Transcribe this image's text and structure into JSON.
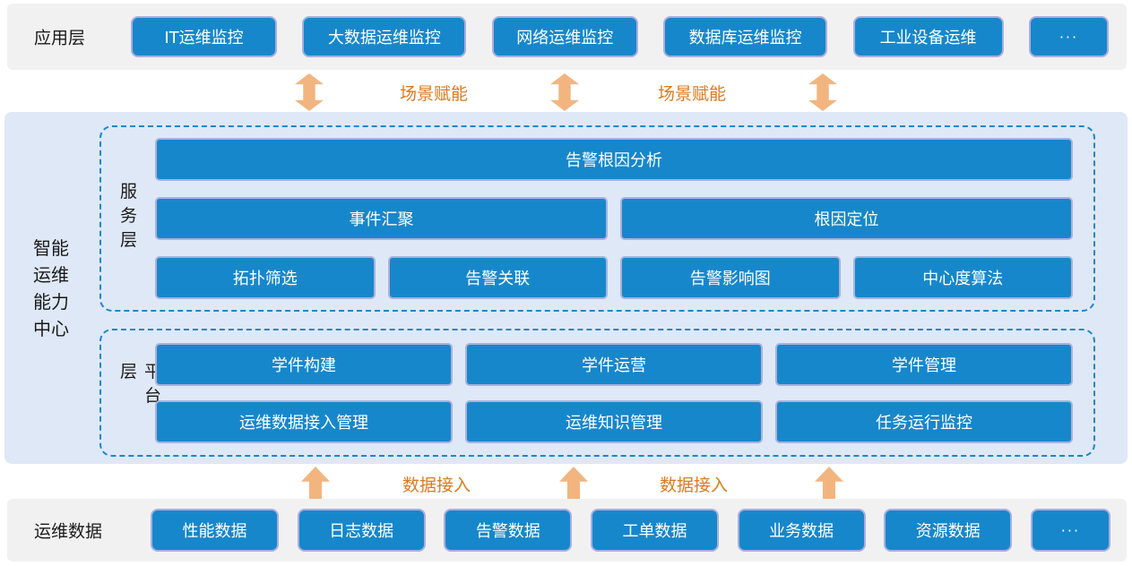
{
  "colors": {
    "box_blue": "#1787CB",
    "box_border_lavender": "#ABAEDD",
    "bar_gray": "#F1F1F2",
    "center_bg": "#DFE8F6",
    "dashed_border_blue": "#1787CB",
    "arrow_orange": "#F2B57F",
    "label_orange": "#DB7B21",
    "text_white": "#FFFFFF",
    "text_black": "#1A1A1A"
  },
  "app_layer": {
    "label": "应用层",
    "items": [
      "IT运维监控",
      "大数据运维监控",
      "网络运维监控",
      "数据库运维监控",
      "工业设备运维",
      "···"
    ]
  },
  "scene_band": {
    "labels": [
      "场景赋能",
      "场景赋能"
    ],
    "arrow_icon": "double-vertical-arrow"
  },
  "capability_center": {
    "title_lines": [
      "智能",
      "运维",
      "能力",
      "中心"
    ],
    "service_layer": {
      "label": "服务层",
      "row1": [
        "告警根因分析"
      ],
      "row2": [
        "事件汇聚",
        "根因定位"
      ],
      "row3": [
        "拓扑筛选",
        "告警关联",
        "告警影响图",
        "中心度算法"
      ]
    },
    "platform_layer": {
      "label": "平台层",
      "row1": [
        "学件构建",
        "学件运营",
        "学件管理"
      ],
      "row2": [
        "运维数据接入管理",
        "运维知识管理",
        "任务运行监控"
      ]
    }
  },
  "data_band": {
    "labels": [
      "数据接入",
      "数据接入"
    ],
    "arrow_icon": "up-arrow"
  },
  "data_layer": {
    "label": "运维数据",
    "items": [
      "性能数据",
      "日志数据",
      "告警数据",
      "工单数据",
      "业务数据",
      "资源数据",
      "···"
    ]
  }
}
